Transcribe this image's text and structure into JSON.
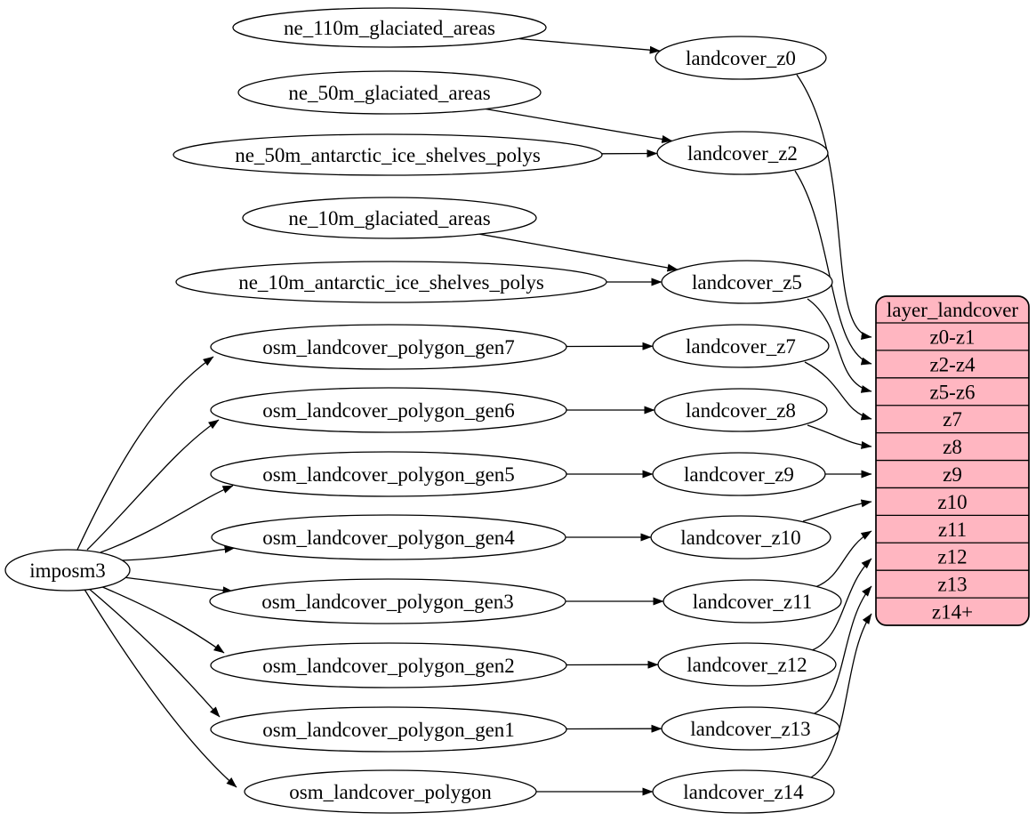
{
  "diagram": {
    "colors": {
      "background": "#ffffff",
      "node_fill": "#ffffff",
      "node_stroke": "#000000",
      "edge_color": "#000000",
      "table_fill": "#ffb6c1",
      "text_color": "#000000"
    },
    "nodes": [
      {
        "id": "imposm3",
        "label": "imposm3"
      },
      {
        "id": "ne_110m_glaciated_areas",
        "label": "ne_110m_glaciated_areas"
      },
      {
        "id": "ne_50m_glaciated_areas",
        "label": "ne_50m_glaciated_areas"
      },
      {
        "id": "ne_50m_antarctic_ice_shelves_polys",
        "label": "ne_50m_antarctic_ice_shelves_polys"
      },
      {
        "id": "ne_10m_glaciated_areas",
        "label": "ne_10m_glaciated_areas"
      },
      {
        "id": "ne_10m_antarctic_ice_shelves_polys",
        "label": "ne_10m_antarctic_ice_shelves_polys"
      },
      {
        "id": "osm_landcover_polygon_gen7",
        "label": "osm_landcover_polygon_gen7"
      },
      {
        "id": "osm_landcover_polygon_gen6",
        "label": "osm_landcover_polygon_gen6"
      },
      {
        "id": "osm_landcover_polygon_gen5",
        "label": "osm_landcover_polygon_gen5"
      },
      {
        "id": "osm_landcover_polygon_gen4",
        "label": "osm_landcover_polygon_gen4"
      },
      {
        "id": "osm_landcover_polygon_gen3",
        "label": "osm_landcover_polygon_gen3"
      },
      {
        "id": "osm_landcover_polygon_gen2",
        "label": "osm_landcover_polygon_gen2"
      },
      {
        "id": "osm_landcover_polygon_gen1",
        "label": "osm_landcover_polygon_gen1"
      },
      {
        "id": "osm_landcover_polygon",
        "label": "osm_landcover_polygon"
      },
      {
        "id": "landcover_z0",
        "label": "landcover_z0"
      },
      {
        "id": "landcover_z2",
        "label": "landcover_z2"
      },
      {
        "id": "landcover_z5",
        "label": "landcover_z5"
      },
      {
        "id": "landcover_z7",
        "label": "landcover_z7"
      },
      {
        "id": "landcover_z8",
        "label": "landcover_z8"
      },
      {
        "id": "landcover_z9",
        "label": "landcover_z9"
      },
      {
        "id": "landcover_z10",
        "label": "landcover_z10"
      },
      {
        "id": "landcover_z11",
        "label": "landcover_z11"
      },
      {
        "id": "landcover_z12",
        "label": "landcover_z12"
      },
      {
        "id": "landcover_z13",
        "label": "landcover_z13"
      },
      {
        "id": "landcover_z14",
        "label": "landcover_z14"
      }
    ],
    "table": {
      "id": "layer_landcover",
      "title": "layer_landcover",
      "rows": [
        "z0-z1",
        "z2-z4",
        "z5-z6",
        "z7",
        "z8",
        "z9",
        "z10",
        "z11",
        "z12",
        "z13",
        "z14+"
      ]
    },
    "edges": [
      {
        "from": "ne_110m_glaciated_areas",
        "to": "landcover_z0"
      },
      {
        "from": "ne_50m_glaciated_areas",
        "to": "landcover_z2"
      },
      {
        "from": "ne_50m_antarctic_ice_shelves_polys",
        "to": "landcover_z2"
      },
      {
        "from": "ne_10m_glaciated_areas",
        "to": "landcover_z5"
      },
      {
        "from": "ne_10m_antarctic_ice_shelves_polys",
        "to": "landcover_z5"
      },
      {
        "from": "imposm3",
        "to": "osm_landcover_polygon_gen7"
      },
      {
        "from": "imposm3",
        "to": "osm_landcover_polygon_gen6"
      },
      {
        "from": "imposm3",
        "to": "osm_landcover_polygon_gen5"
      },
      {
        "from": "imposm3",
        "to": "osm_landcover_polygon_gen4"
      },
      {
        "from": "imposm3",
        "to": "osm_landcover_polygon_gen3"
      },
      {
        "from": "imposm3",
        "to": "osm_landcover_polygon_gen2"
      },
      {
        "from": "imposm3",
        "to": "osm_landcover_polygon_gen1"
      },
      {
        "from": "imposm3",
        "to": "osm_landcover_polygon"
      },
      {
        "from": "osm_landcover_polygon_gen7",
        "to": "landcover_z7"
      },
      {
        "from": "osm_landcover_polygon_gen6",
        "to": "landcover_z8"
      },
      {
        "from": "osm_landcover_polygon_gen5",
        "to": "landcover_z9"
      },
      {
        "from": "osm_landcover_polygon_gen4",
        "to": "landcover_z10"
      },
      {
        "from": "osm_landcover_polygon_gen3",
        "to": "landcover_z11"
      },
      {
        "from": "osm_landcover_polygon_gen2",
        "to": "landcover_z12"
      },
      {
        "from": "osm_landcover_polygon_gen1",
        "to": "landcover_z13"
      },
      {
        "from": "osm_landcover_polygon",
        "to": "landcover_z14"
      },
      {
        "from": "landcover_z0",
        "to_row": "z0-z1"
      },
      {
        "from": "landcover_z2",
        "to_row": "z2-z4"
      },
      {
        "from": "landcover_z5",
        "to_row": "z5-z6"
      },
      {
        "from": "landcover_z7",
        "to_row": "z7"
      },
      {
        "from": "landcover_z8",
        "to_row": "z8"
      },
      {
        "from": "landcover_z9",
        "to_row": "z9"
      },
      {
        "from": "landcover_z10",
        "to_row": "z10"
      },
      {
        "from": "landcover_z11",
        "to_row": "z11"
      },
      {
        "from": "landcover_z12",
        "to_row": "z12"
      },
      {
        "from": "landcover_z13",
        "to_row": "z13"
      },
      {
        "from": "landcover_z14",
        "to_row": "z14+"
      }
    ]
  }
}
